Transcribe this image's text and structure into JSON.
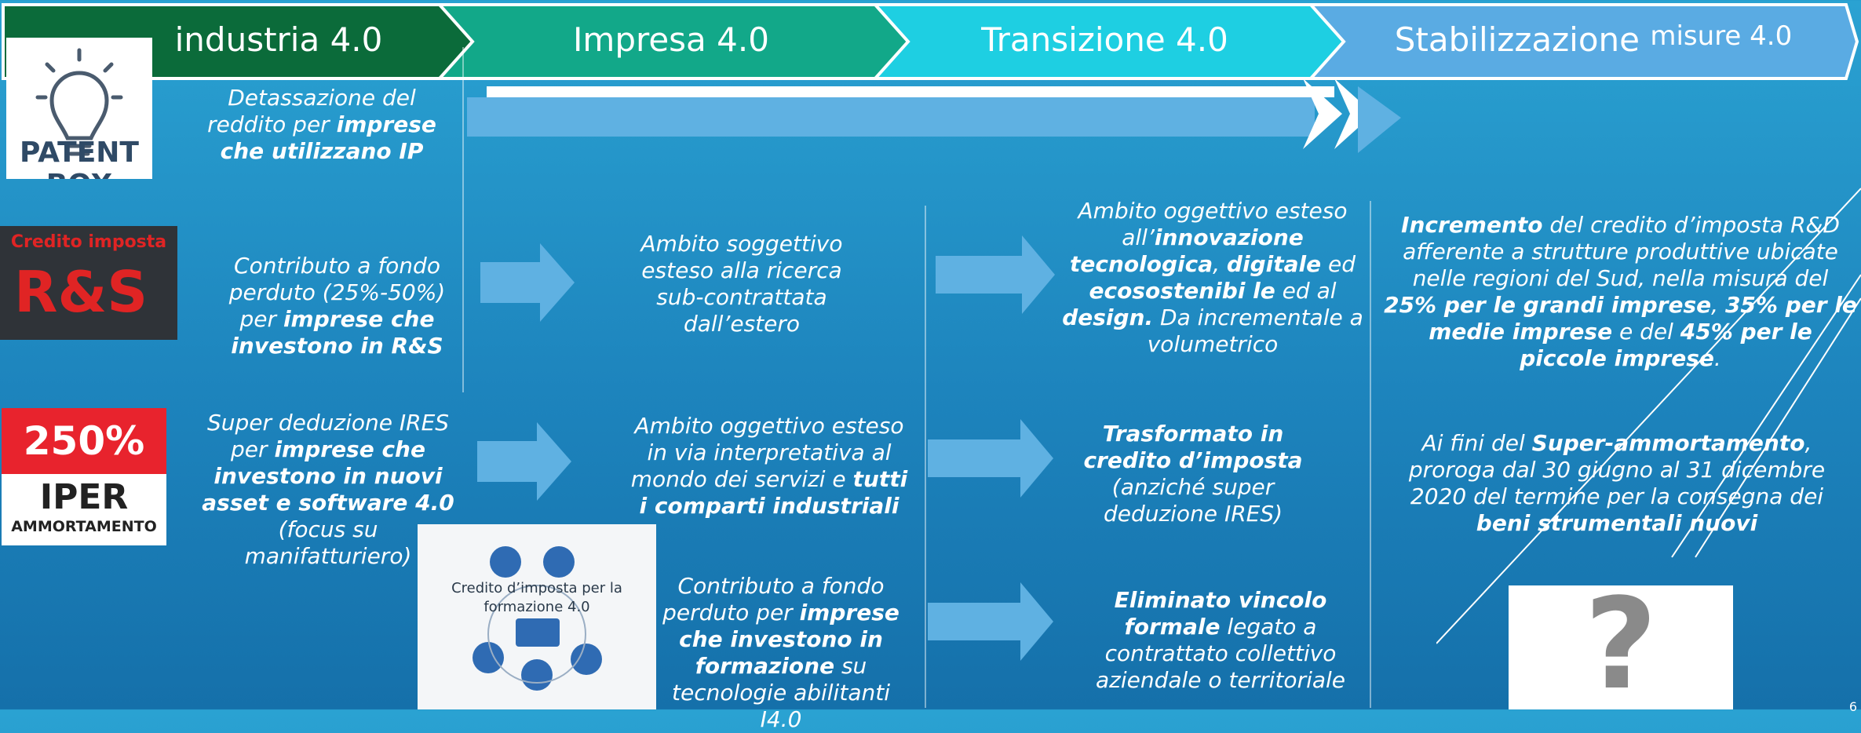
{
  "header": {
    "phases": [
      {
        "label": "industria 4.0",
        "color": "#0b6b3a"
      },
      {
        "label": "Impresa 4.0",
        "color": "#12a889"
      },
      {
        "label": "Transizione 4.0",
        "color": "#1ecfe2"
      },
      {
        "label": "Stabilizzazione",
        "label_small": "misure 4.0",
        "color": "#5aabe3"
      }
    ]
  },
  "rows": {
    "patent_box": {
      "logo_text": "PATENT BOX",
      "c1": {
        "t1": "Detassazione del reddito per ",
        "b1": "imprese che utilizzano IP"
      }
    },
    "rs": {
      "logo_top": "Credito imposta",
      "logo_big": "R&S",
      "c1": {
        "t1": "Contributo a fondo perduto (25%-50%) per ",
        "b1": "imprese che investono in R&S"
      },
      "c2": {
        "t1": "Ambito soggettivo esteso alla ricerca sub-contrattata dall’estero"
      },
      "c3": {
        "t1": "Ambito oggettivo esteso all’",
        "b1": "innovazione tecnologica",
        "t2": ", ",
        "b2": "digitale",
        "t3": " ed ",
        "b3": "ecosostenibi le",
        "t4": " ed al ",
        "b4": "design.",
        "t5": " Da incrementale a volumetrico"
      },
      "c4": {
        "b1": "Incremento",
        "t1": " del credito d’imposta R&D afferente a strutture produttive ubicate nelle regioni del Sud, nella misura del ",
        "b2": "25% per le grandi imprese",
        "t2": ", ",
        "b3": "35% per le medie imprese",
        "t3": " e del ",
        "b4": "45% per le piccole imprese",
        "t4": "."
      }
    },
    "iper": {
      "logo_pct": "250%",
      "logo_name": "IPER",
      "logo_sub": "AMMORTAMENTO",
      "c1": {
        "t1": "Super deduzione IRES per ",
        "b1": "imprese che investono in nuovi asset e software 4.0",
        "t2": " (focus su manifatturiero)"
      },
      "c2": {
        "t1": "Ambito oggettivo esteso in via interpretativa al mondo dei servizi e ",
        "b1": "tutti i comparti industriali"
      },
      "c3": {
        "b1": "Trasformato in credito d’imposta",
        "t1": " (anziché super deduzione IRES)"
      },
      "c4": {
        "t1": "Ai fini del ",
        "b1": "Super-ammortamento",
        "t2": ", proroga dal 30 giugno al 31 dicembre 2020 del termine per la consegna dei ",
        "b2": "beni strumentali nuovi"
      }
    },
    "formazione": {
      "logo_text": "Credito d’imposta per la formazione 4.0",
      "c2": {
        "t1": "Contributo a fondo perduto per ",
        "b1": "imprese che investono in formazione",
        "t2": " su tecnologie abilitanti I4.0"
      },
      "c3": {
        "b1": "Eliminato vincolo formale",
        "t1": " legato a contrattato collettivo aziendale o territoriale"
      }
    },
    "question_mark": "?"
  },
  "slide_number": "6"
}
